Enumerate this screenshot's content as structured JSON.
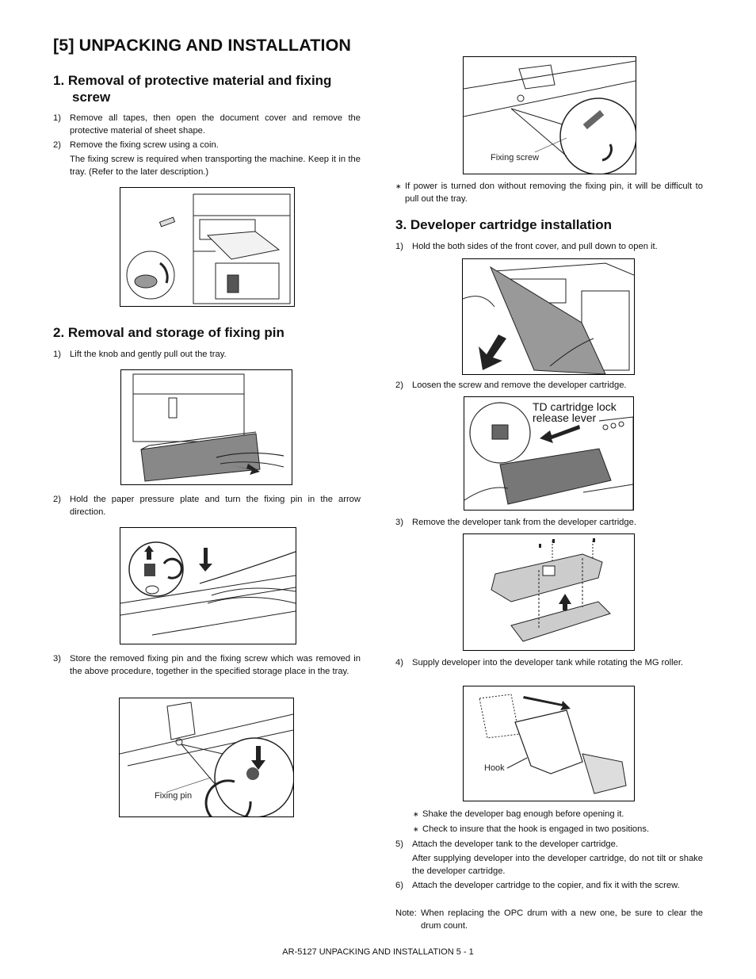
{
  "page_title": "[5]  UNPACKING AND INSTALLATION",
  "sections": [
    {
      "heading": "1.  Removal of protective material and fixing screw",
      "heading_line1": "1.  Removal of protective material and fixing",
      "heading_line2": "screw",
      "items": [
        {
          "num": "1)",
          "text": "Remove all tapes, then open the document cover and remove the protective material of sheet shape."
        },
        {
          "num": "2)",
          "text": "Remove the fixing screw using a coin."
        },
        {
          "num": "",
          "text": "The fixing screw is required when transporting the machine. Keep it in the tray. (Refer to the later description.)"
        }
      ]
    },
    {
      "heading": "2.  Removal and storage of fixing pin",
      "items": [
        {
          "num": "1)",
          "text": "Lift the knob and gently pull out the tray."
        },
        {
          "num": "2)",
          "text": "Hold the paper pressure plate and turn the fixing pin in the arrow direction."
        },
        {
          "num": "3)",
          "text": "Store the removed fixing pin and the fixing screw which was removed in the above procedure, together in the specified storage place in the tray."
        }
      ],
      "fig_label_pin": "Fixing pin",
      "fig_label_screw": "Fixing screw",
      "note": "If power is turned don without removing the fixing pin, it will be difficult to pull out the tray."
    },
    {
      "heading": "3.  Developer cartridge installation",
      "items": [
        {
          "num": "1)",
          "text": "Hold the both sides of the front cover, and pull down to open it."
        },
        {
          "num": "2)",
          "text": "Loosen the screw and remove the developer cartridge."
        },
        {
          "num": "3)",
          "text": "Remove the developer tank from the developer cartridge."
        },
        {
          "num": "4)",
          "text": "Supply developer into the developer tank while rotating the MG roller."
        },
        {
          "num": "5)",
          "text": "Attach the developer tank to the developer cartridge."
        },
        {
          "num": "",
          "text": "After supplying developer into the developer cartridge, do not tilt or shake the developer cartridge."
        },
        {
          "num": "6)",
          "text": "Attach the developer cartridge to the copier, and fix it with the screw."
        }
      ],
      "fig_label_lever_1": "TD cartridge lock",
      "fig_label_lever_2": "release lever",
      "fig_label_hook": "Hook",
      "notes": [
        "Shake the developer bag enough before opening it.",
        "Check to insure that the hook is engaged in two positions."
      ],
      "final_note_label": "Note:",
      "final_note": "When replacing the OPC drum with a new one, be sure to clear the drum count."
    }
  ],
  "star_symbol": "∗",
  "footer": "AR-5127 UNPACKING AND INSTALLATION 5 - 1"
}
